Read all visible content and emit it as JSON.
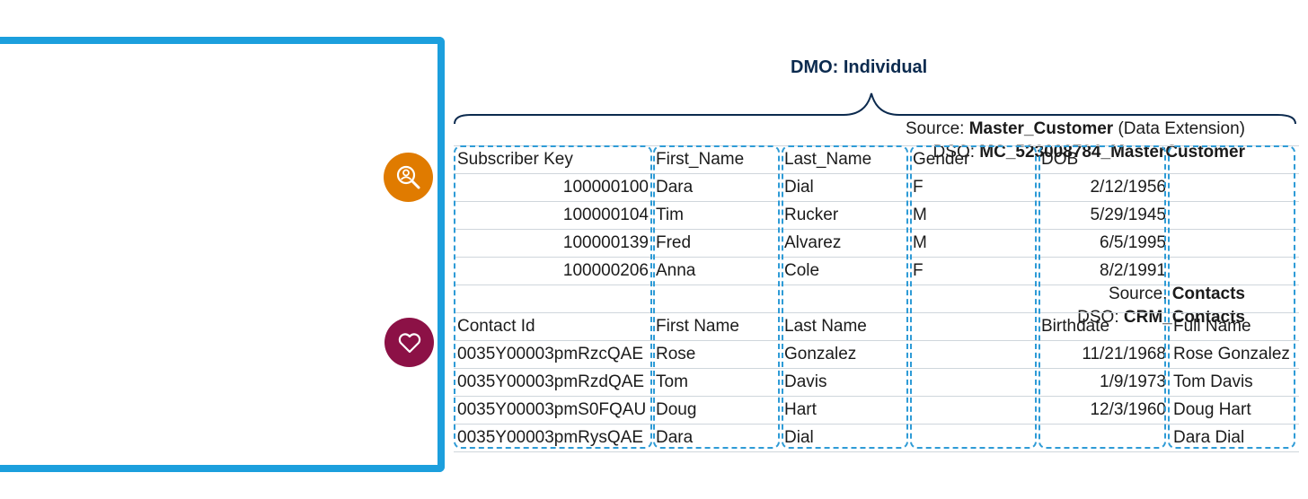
{
  "sources": [
    {
      "source_label": "Source: ",
      "source_name": "Master_Customer",
      "source_type": " (Data Extension)",
      "dso_label": "DSO: ",
      "dso_name": "MC_523008784_MasterCustomer",
      "icon": "search-user-icon",
      "color": "#e07b00"
    },
    {
      "source_label": "Source: ",
      "source_name": "Contacts",
      "source_type": "",
      "dso_label": "DSO: ",
      "dso_name": "CRM_Contacts",
      "icon": "heart-icon",
      "color": "#8c1146"
    }
  ],
  "dmo": {
    "title": "DMO: Individual"
  },
  "table1": {
    "headers": [
      "Subscriber Key",
      "First_Name",
      "Last_Name",
      "Gender",
      "DOB",
      ""
    ],
    "rows": [
      [
        "100000100",
        "Dara",
        "Dial",
        "F",
        "2/12/1956",
        ""
      ],
      [
        "100000104",
        "Tim",
        "Rucker",
        "M",
        "5/29/1945",
        ""
      ],
      [
        "100000139",
        "Fred",
        "Alvarez",
        "M",
        "6/5/1995",
        ""
      ],
      [
        "100000206",
        "Anna",
        "Cole",
        "F",
        "8/2/1991",
        ""
      ]
    ]
  },
  "table2": {
    "headers": [
      "Contact Id",
      "First Name",
      "Last Name",
      "",
      "Birthdate",
      "Full Name"
    ],
    "rows": [
      [
        "0035Y00003pmRzcQAE",
        "Rose",
        "Gonzalez",
        "",
        "11/21/1968",
        "Rose Gonzalez"
      ],
      [
        "0035Y00003pmRzdQAE",
        "Tom",
        "Davis",
        "",
        "1/9/1973",
        "Tom Davis"
      ],
      [
        "0035Y00003pmS0FQAU",
        "Doug",
        "Hart",
        "",
        "12/3/1960",
        "Doug Hart"
      ],
      [
        "0035Y00003pmRysQAE",
        "Dara",
        "Dial",
        "",
        "",
        "Dara Dial"
      ]
    ]
  },
  "colors": {
    "panel_border": "#1c9fdd",
    "dashed_column": "#2e9bd6",
    "brace": "#0b2a4e"
  }
}
